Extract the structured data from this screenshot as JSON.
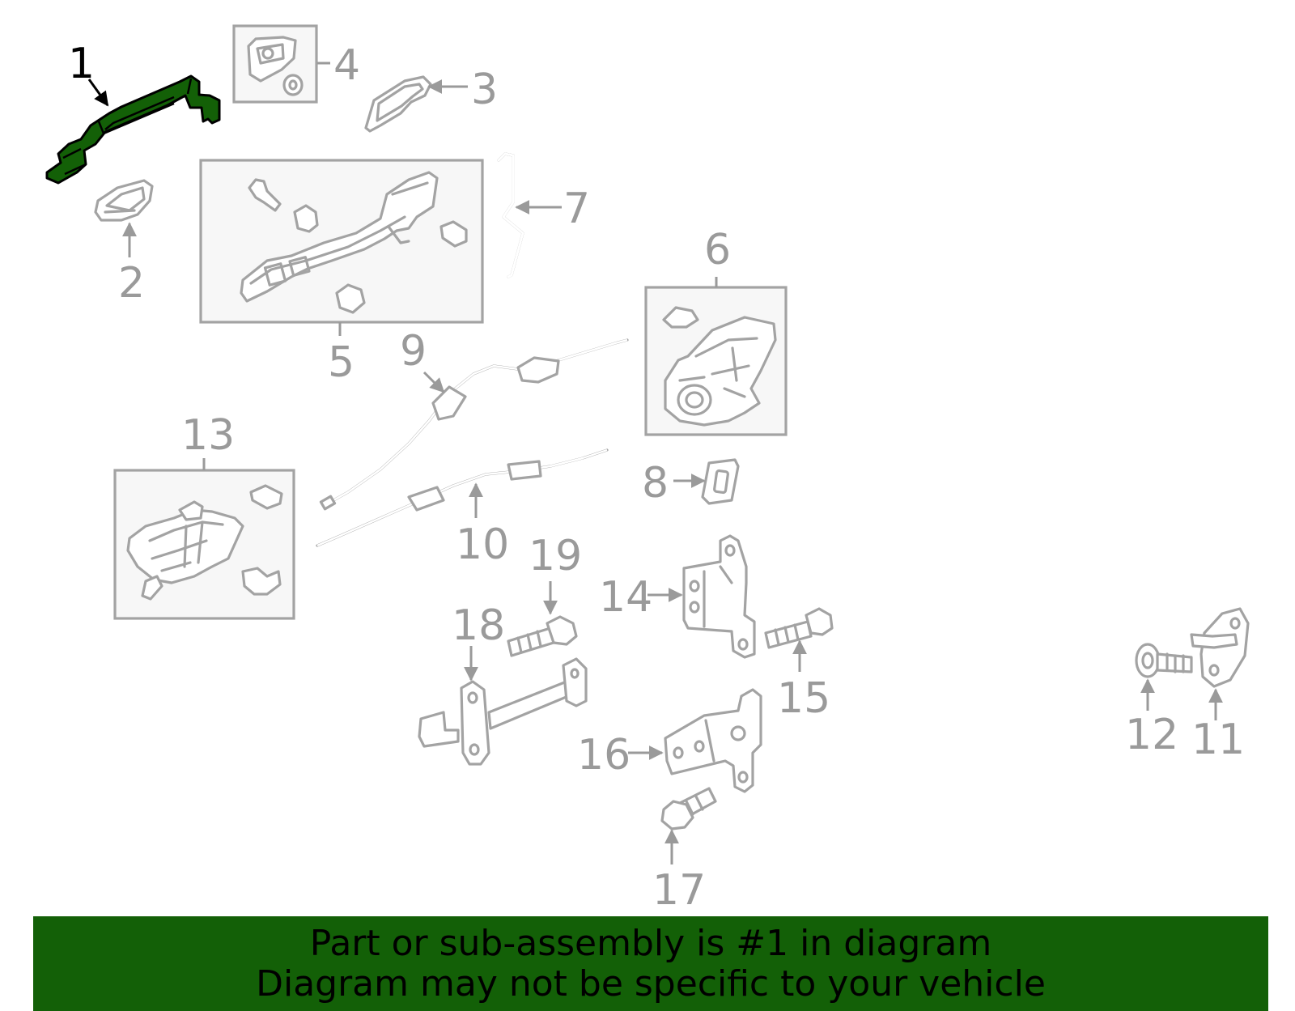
{
  "diagram": {
    "highlight_color": "#136007",
    "part_stroke_color": "#a3a3a3",
    "label_color": "#9a9a9a",
    "highlighted_part": "1",
    "callouts": {
      "c1": "1",
      "c2": "2",
      "c3": "3",
      "c4": "4",
      "c5": "5",
      "c6": "6",
      "c7": "7",
      "c8": "8",
      "c9": "9",
      "c10": "10",
      "c11": "11",
      "c12": "12",
      "c13": "13",
      "c14": "14",
      "c15": "15",
      "c16": "16",
      "c17": "17",
      "c18": "18",
      "c19": "19"
    }
  },
  "banner": {
    "line1": "Part or sub-assembly is #1 in diagram",
    "line2": "Diagram may not be specific to your vehicle"
  }
}
